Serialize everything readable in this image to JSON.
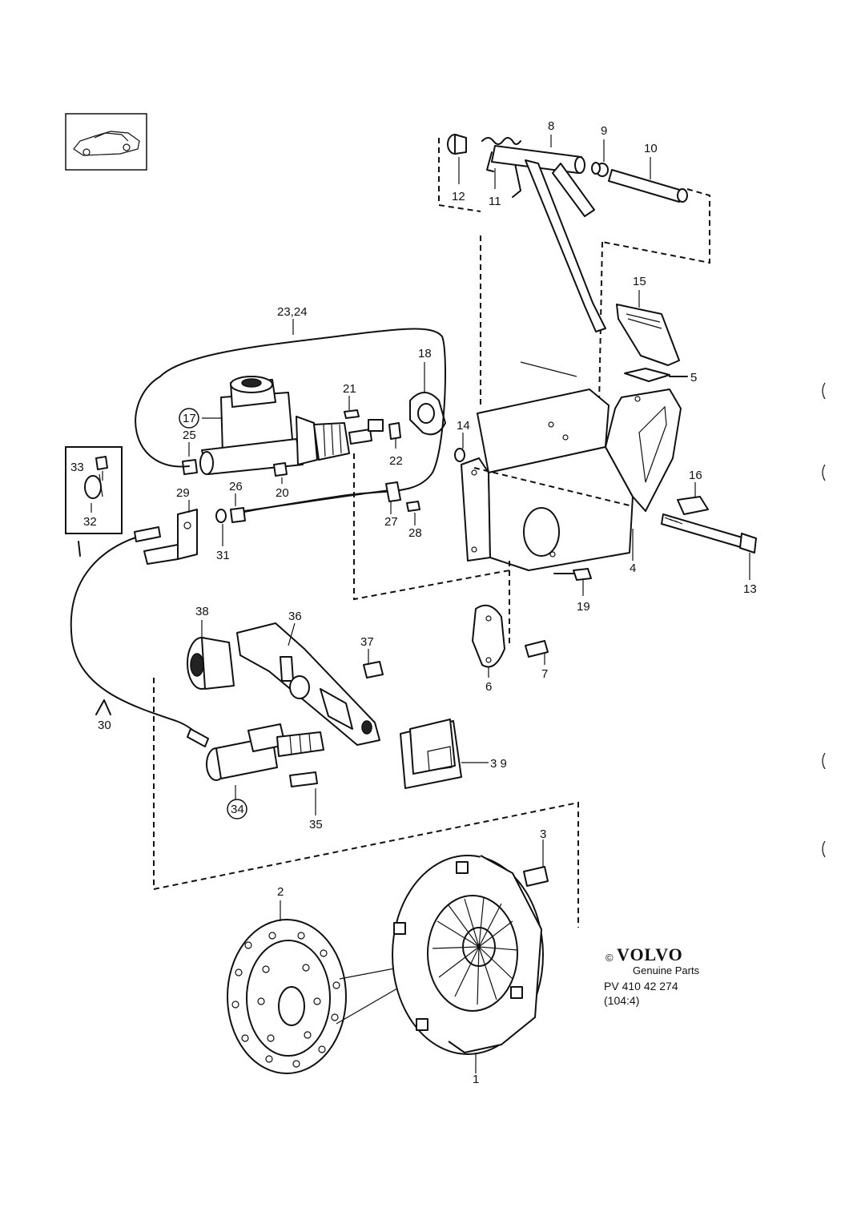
{
  "labels": [
    {
      "id": "8",
      "text": "8"
    },
    {
      "id": "9",
      "text": "9"
    },
    {
      "id": "10",
      "text": "10"
    },
    {
      "id": "12",
      "text": "12"
    },
    {
      "id": "11",
      "text": "11"
    },
    {
      "id": "15",
      "text": "15"
    },
    {
      "id": "5",
      "text": "5"
    },
    {
      "id": "23",
      "text": "23,24"
    },
    {
      "id": "18",
      "text": "18"
    },
    {
      "id": "21",
      "text": "21"
    },
    {
      "id": "17",
      "text": "17"
    },
    {
      "id": "25",
      "text": "25"
    },
    {
      "id": "22",
      "text": "22"
    },
    {
      "id": "14",
      "text": "14"
    },
    {
      "id": "33",
      "text": "33"
    },
    {
      "id": "20",
      "text": "20"
    },
    {
      "id": "29",
      "text": "29"
    },
    {
      "id": "26",
      "text": "26"
    },
    {
      "id": "16",
      "text": "16"
    },
    {
      "id": "32",
      "text": "32"
    },
    {
      "id": "27",
      "text": "27"
    },
    {
      "id": "28",
      "text": "28"
    },
    {
      "id": "31",
      "text": "31"
    },
    {
      "id": "4",
      "text": "4"
    },
    {
      "id": "13",
      "text": "13"
    },
    {
      "id": "19",
      "text": "19"
    },
    {
      "id": "38",
      "text": "38"
    },
    {
      "id": "36",
      "text": "36"
    },
    {
      "id": "37",
      "text": "37"
    },
    {
      "id": "7",
      "text": "7"
    },
    {
      "id": "6",
      "text": "6"
    },
    {
      "id": "30",
      "text": "30"
    },
    {
      "id": "39",
      "text": "3 9"
    },
    {
      "id": "34",
      "text": "34"
    },
    {
      "id": "35",
      "text": "35"
    },
    {
      "id": "3",
      "text": "3"
    },
    {
      "id": "2",
      "text": "2"
    },
    {
      "id": "1",
      "text": "1"
    }
  ],
  "footer": {
    "copyright_symbol": "©",
    "brand": "VOLVO",
    "tagline": "Genuine Parts",
    "part_code": "PV 410 42 274",
    "ref": "(104:4)"
  },
  "icons": [
    "car-thumbnail-icon"
  ]
}
